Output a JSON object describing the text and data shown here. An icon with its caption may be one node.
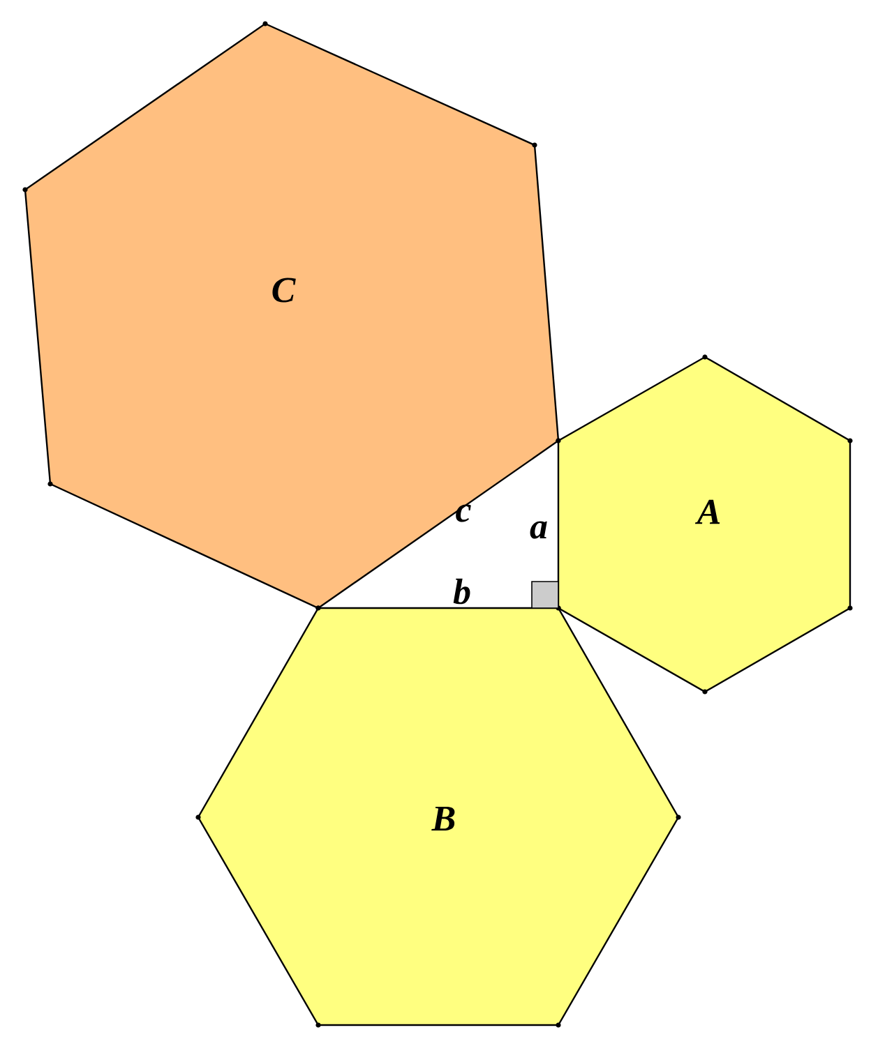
{
  "diagram": {
    "nodes": [
      {
        "text": [
          "C"
        ]
      },
      {
        "text": [
          "A"
        ]
      },
      {
        "text": [
          "B"
        ]
      }
    ],
    "labels": [
      "c",
      "a",
      "b"
    ]
  }
}
